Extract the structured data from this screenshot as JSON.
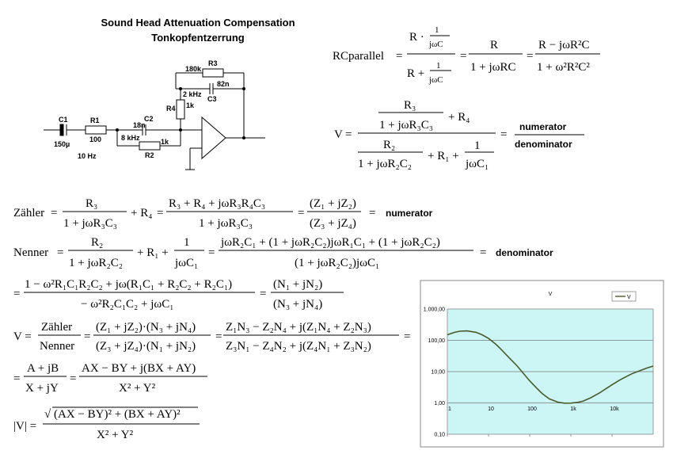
{
  "header": {
    "title": "Sound Head Attenuation Compensation",
    "subtitle": "Tonkopfentzerrung"
  },
  "circuit": {
    "c1": "C1",
    "c1_value": "150µ",
    "r1": "R1",
    "r1_value": "100",
    "c2": "C2",
    "c2_value": "18n",
    "freq_c2": "8 kHz",
    "r2": "R2",
    "r2_value": "1k",
    "r3": "R3",
    "r3_value": "180k",
    "r4": "R4",
    "r4_value": "1k",
    "c3": "C3",
    "c3_value": "82n",
    "freq_c3": "2 kHz",
    "freq_c1": "10 Hz"
  },
  "formulas": {
    "rcparallel_label": "RCparallel",
    "v_label": "V",
    "zaehler_label": "Zähler",
    "nenner_label": "Nenner",
    "numerator_word": "numerator",
    "denominator_word": "denominator"
  },
  "chart_data": {
    "type": "line",
    "title": "V",
    "series": [
      {
        "name": "V",
        "color": "#4a5a2a",
        "x": [
          1,
          1.5,
          2,
          3,
          5,
          7,
          10,
          15,
          20,
          30,
          50,
          70,
          100,
          150,
          200,
          300,
          500,
          700,
          1000,
          1500,
          2000,
          3000,
          5000,
          7000,
          10000,
          15000,
          20000,
          30000,
          50000,
          70000,
          100000
        ],
        "y": [
          150,
          180,
          195,
          200,
          180,
          150,
          115,
          75,
          52,
          30,
          15,
          8.9,
          5.1,
          2.9,
          2.0,
          1.35,
          1.05,
          0.98,
          0.99,
          1.05,
          1.15,
          1.45,
          2.1,
          2.8,
          3.8,
          5.3,
          6.5,
          8.5,
          11,
          13,
          15
        ]
      }
    ],
    "x_tick_labels": [
      "1",
      "10",
      "100",
      "1k",
      "10k"
    ],
    "x_tick_values": [
      1,
      10,
      100,
      1000,
      10000
    ],
    "y_tick_labels": [
      "1.000,00",
      "100,00",
      "10,00",
      "1,00",
      "0,10"
    ],
    "y_tick_values": [
      1000,
      100,
      10,
      1,
      0.1
    ],
    "x_scale": "log",
    "y_scale": "log",
    "xlim": [
      1,
      100000
    ],
    "ylim": [
      0.1,
      1000
    ],
    "grid": true,
    "legend": "top-right",
    "plot_background": "#ccf6f6"
  }
}
